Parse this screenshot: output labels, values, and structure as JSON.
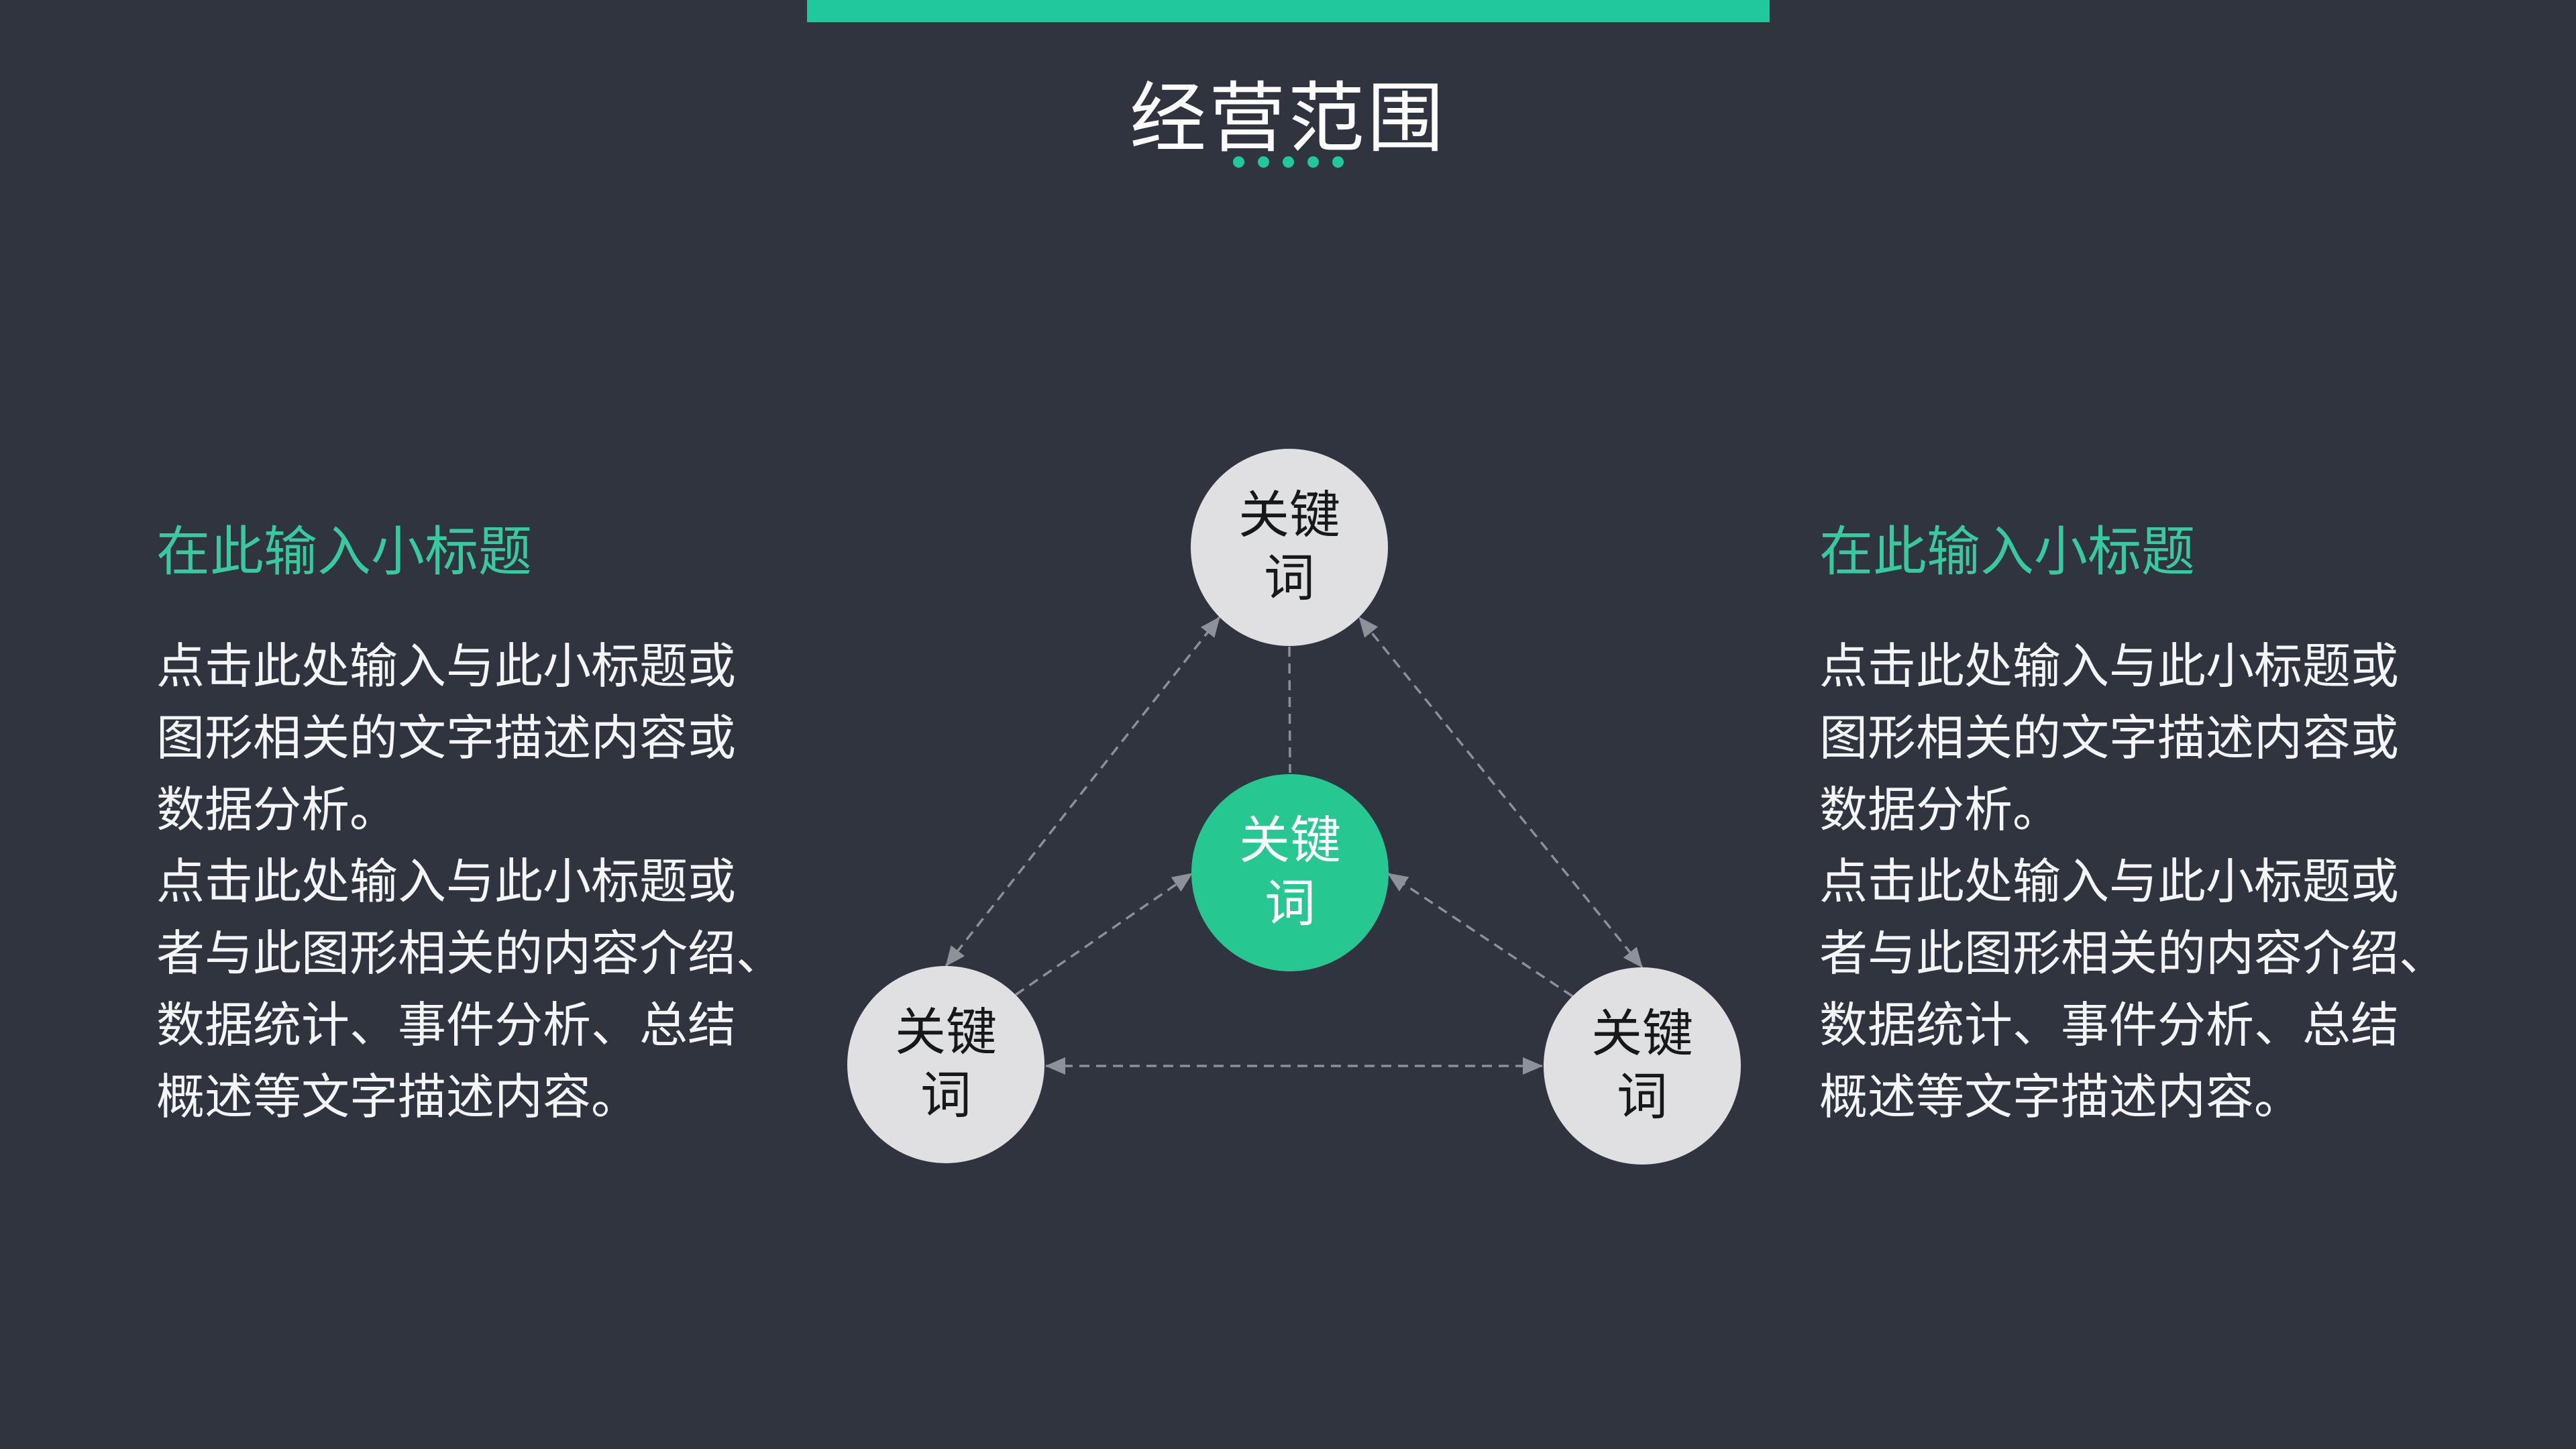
{
  "colors": {
    "background": "#30343E",
    "accent": "#21C89D",
    "subtitle-green": "#38CA9E",
    "circle-green": "#27C791",
    "circle-gray": "#E0E0E2",
    "circle-text-dark": "#17181A",
    "body-text": "#F4F5F6",
    "title-text": "#FCFCFC",
    "connector": "#8B9096",
    "arrow": "#8D9298"
  },
  "header": {
    "title": "经营范围",
    "dot_count": "5"
  },
  "left_panel": {
    "subtitle": "在此输入小标题",
    "body_lines": [
      "点击此处输入与此小标题或",
      "图形相关的文字描述内容或",
      "数据分析。",
      "点击此处输入与此小标题或",
      "者与此图形相关的内容介绍、",
      "数据统计、事件分析、总结",
      "概述等文字描述内容。"
    ]
  },
  "right_panel": {
    "subtitle": "在此输入小标题",
    "body_lines": [
      "点击此处输入与此小标题或",
      "图形相关的文字描述内容或",
      "数据分析。",
      "点击此处输入与此小标题或",
      "者与此图形相关的内容介绍、",
      "数据统计、事件分析、总结",
      "概述等文字描述内容。"
    ]
  },
  "diagram": {
    "top_circle": {
      "line1": "关键",
      "line2": "词"
    },
    "center_circle": {
      "line1": "关键",
      "line2": "词"
    },
    "bottom_left_circle": {
      "line1": "关键",
      "line2": "词"
    },
    "bottom_right_circle": {
      "line1": "关键",
      "line2": "词"
    }
  }
}
